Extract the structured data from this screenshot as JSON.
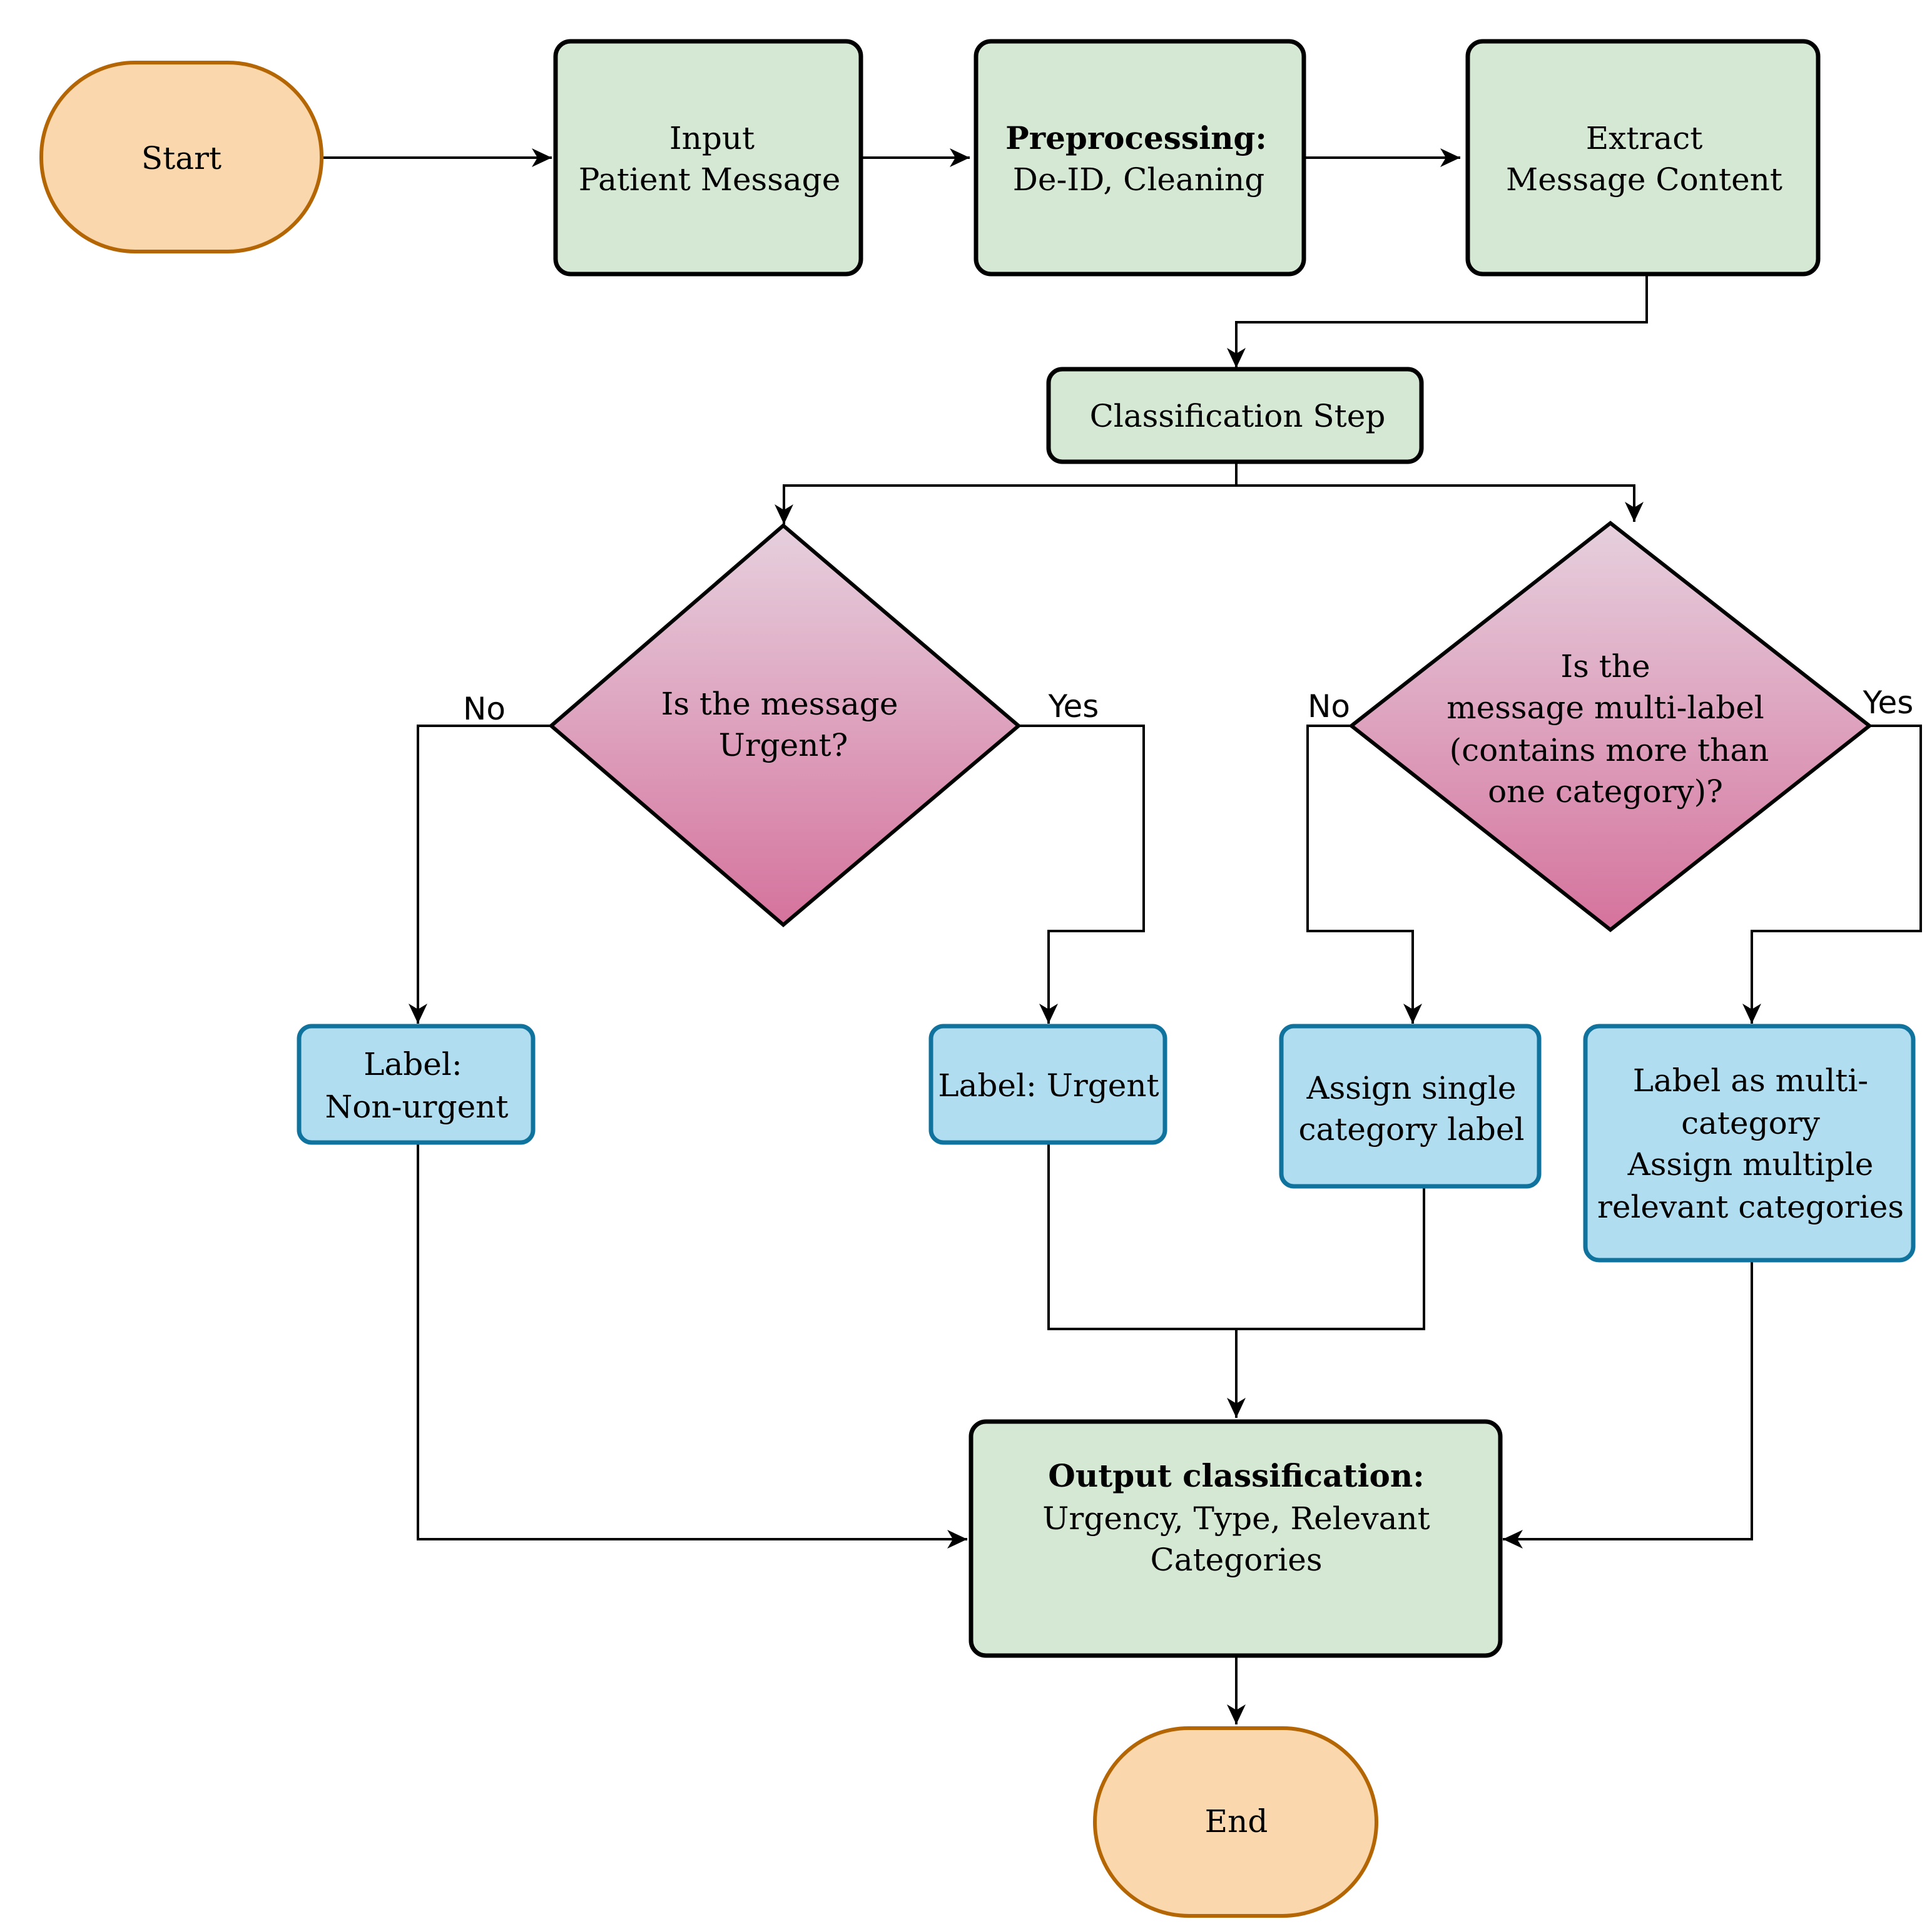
{
  "colors": {
    "process_fill": "#d5e8d4",
    "process_stroke": "#000000",
    "label_fill": "#b1ddf0",
    "label_stroke": "#10739e",
    "terminal_fill": "#fad7ac",
    "terminal_stroke": "#b46504",
    "decision_gradient_top": "#e6d0de",
    "decision_gradient_bottom": "#d5739d"
  },
  "nodes": {
    "start": {
      "text": "Start"
    },
    "input": {
      "line1": "Input",
      "line2": "Patient Message"
    },
    "preprocessing": {
      "title": "Preprocessing:",
      "line2": "De-ID, Cleaning"
    },
    "extract": {
      "line1": "Extract",
      "line2": "Message Content"
    },
    "classification": {
      "text": "Classification Step"
    },
    "urgent_decision": {
      "line1": "Is the message",
      "line2": "Urgent?"
    },
    "multilabel_decision": {
      "line1": "Is the",
      "line2": "message multi-label",
      "line3": "(contains more than",
      "line4": "one category)?"
    },
    "non_urgent": {
      "line1": "Label:",
      "line2": "Non-urgent"
    },
    "urgent": {
      "text": "Label: Urgent"
    },
    "single_category": {
      "line1": "Assign single",
      "line2": "category label"
    },
    "multi_category": {
      "line1": "Label as multi-",
      "line2": "category",
      "line3": "Assign multiple",
      "line4": "relevant categories"
    },
    "output": {
      "title": "Output classification:",
      "line2": "Urgency, Type, Relevant",
      "line3": "Categories"
    },
    "end": {
      "text": "End"
    }
  },
  "branches": {
    "urgent_no": "No",
    "urgent_yes": "Yes",
    "multilabel_no": "No",
    "multilabel_yes": "Yes"
  }
}
